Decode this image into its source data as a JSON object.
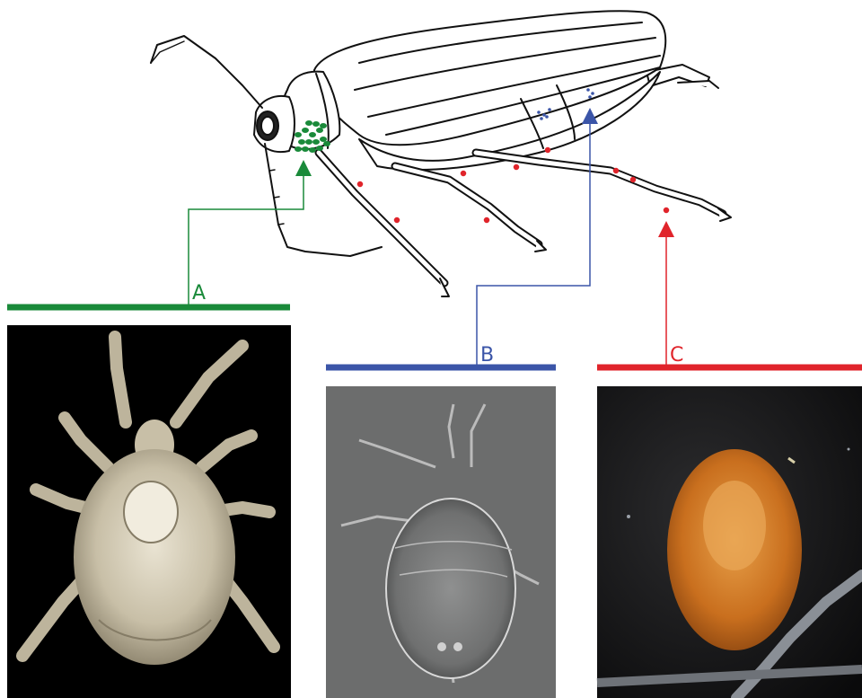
{
  "labels": {
    "a": "A",
    "b": "B",
    "c": "C"
  },
  "colors": {
    "a": "#1a8a3a",
    "b": "#3b55a8",
    "c": "#e0242b",
    "ink": "#111111"
  },
  "icons": {
    "beetle": "beetle-drawing",
    "mite_a": "mite-sem-micrograph",
    "mite_b": "mite-light-micrograph",
    "mite_c": "mite-photograph"
  }
}
